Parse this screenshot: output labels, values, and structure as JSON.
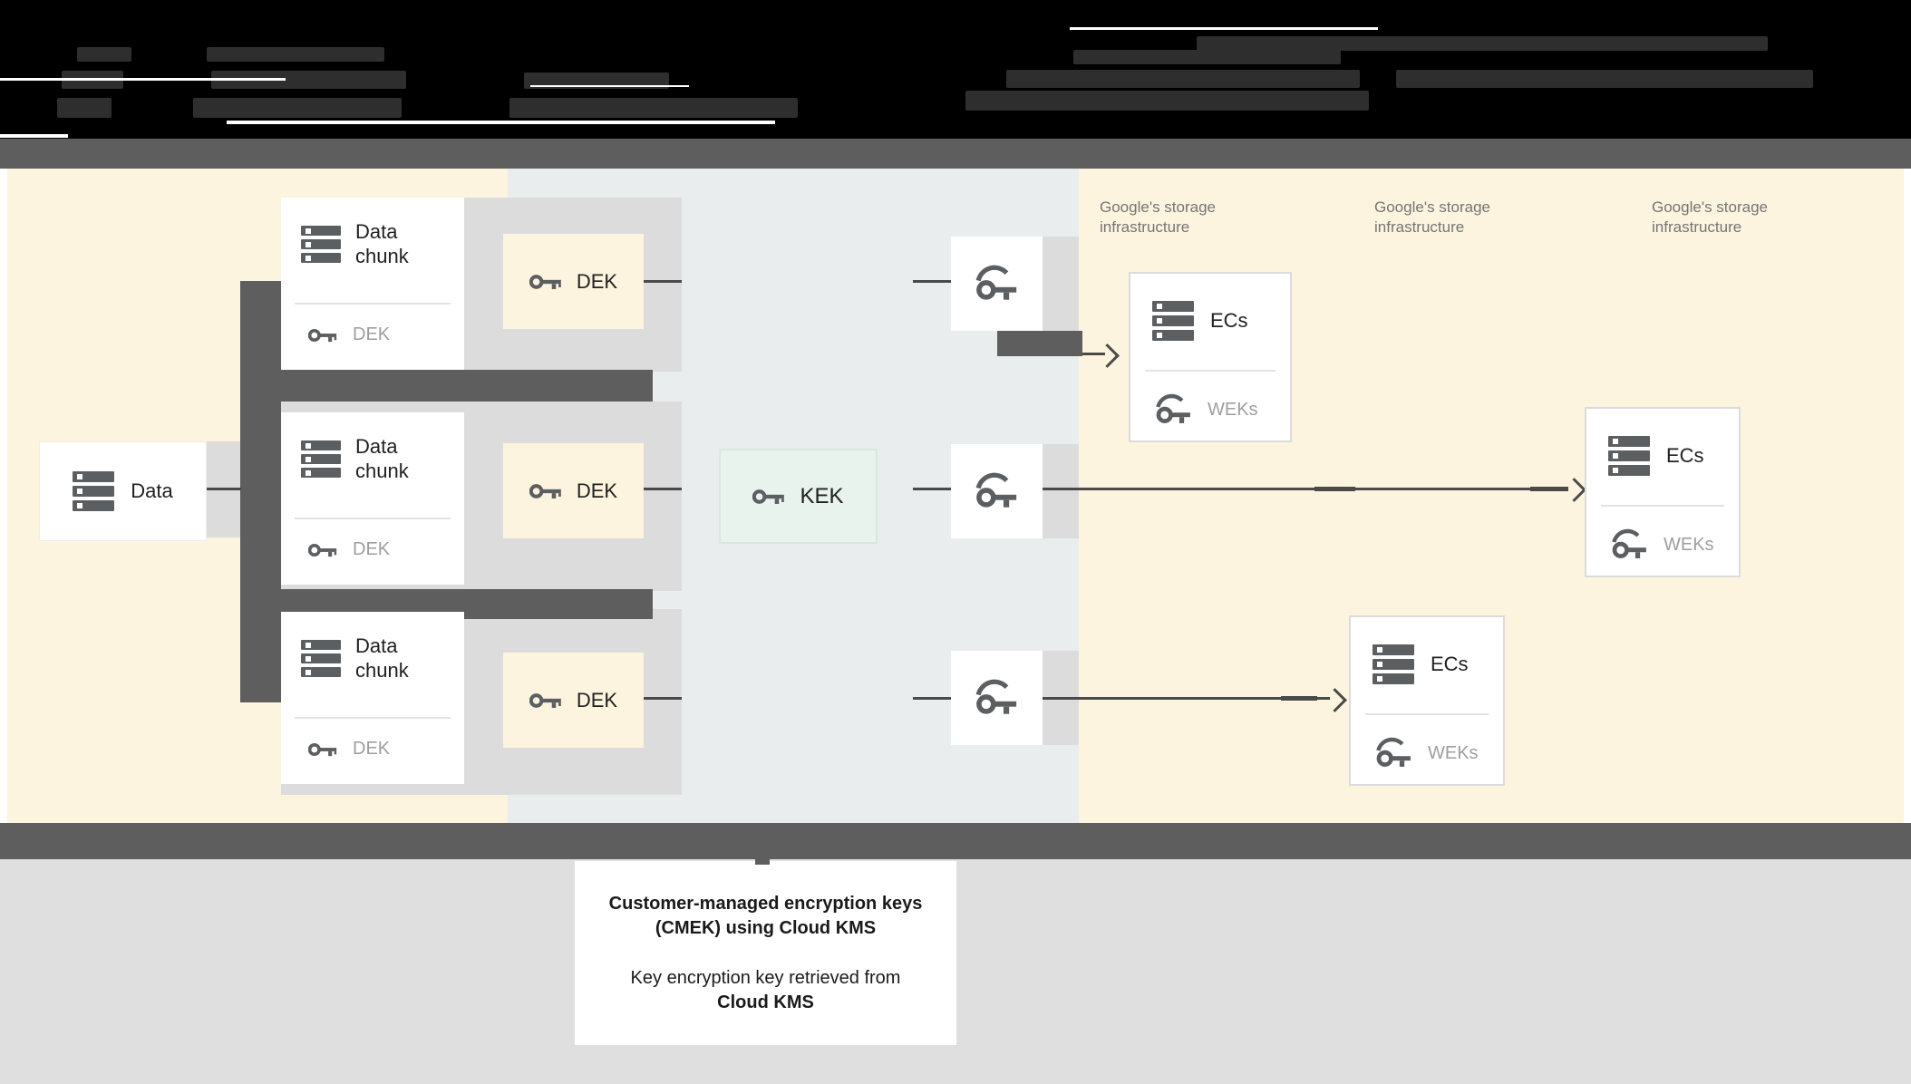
{
  "colors": {
    "cream": "#FCF4DF",
    "bluegray": "#E9EDED",
    "band": "#DCDCDC",
    "darkbar": "#5E5E5E",
    "icon": "#5C5F61",
    "line": "#4A4A4A",
    "kek-bg": "#E7F3EC",
    "kek-border": "#D9E7DF",
    "muted": "#9E9E9E",
    "infra": "#757575",
    "ink": "#212121",
    "bottom": "#DFDFDF"
  },
  "diagram": {
    "data_box": {
      "label": "Data"
    },
    "chunk_rows": [
      {
        "title": "Data chunk",
        "key_label": "DEK"
      },
      {
        "title": "Data chunk",
        "key_label": "DEK"
      },
      {
        "title": "Data chunk",
        "key_label": "DEK"
      }
    ],
    "dek_boxes": [
      {
        "label": "DEK"
      },
      {
        "label": "DEK"
      },
      {
        "label": "DEK"
      }
    ],
    "kek_box": {
      "label": "KEK"
    },
    "storage_labels": [
      {
        "text": "Google's storage infrastructure"
      },
      {
        "text": "Google's storage infrastructure"
      },
      {
        "text": "Google's storage infrastructure"
      }
    ],
    "ec_boxes": [
      {
        "title": "ECs",
        "key_label": "WEKs"
      },
      {
        "title": "ECs",
        "key_label": "WEKs"
      },
      {
        "title": "ECs",
        "key_label": "WEKs"
      }
    ]
  },
  "caption": {
    "title": "Customer-managed encryption keys (CMEK) using Cloud KMS",
    "body_regular": "Key encryption key retrieved from",
    "body_bold": "Cloud KMS"
  }
}
